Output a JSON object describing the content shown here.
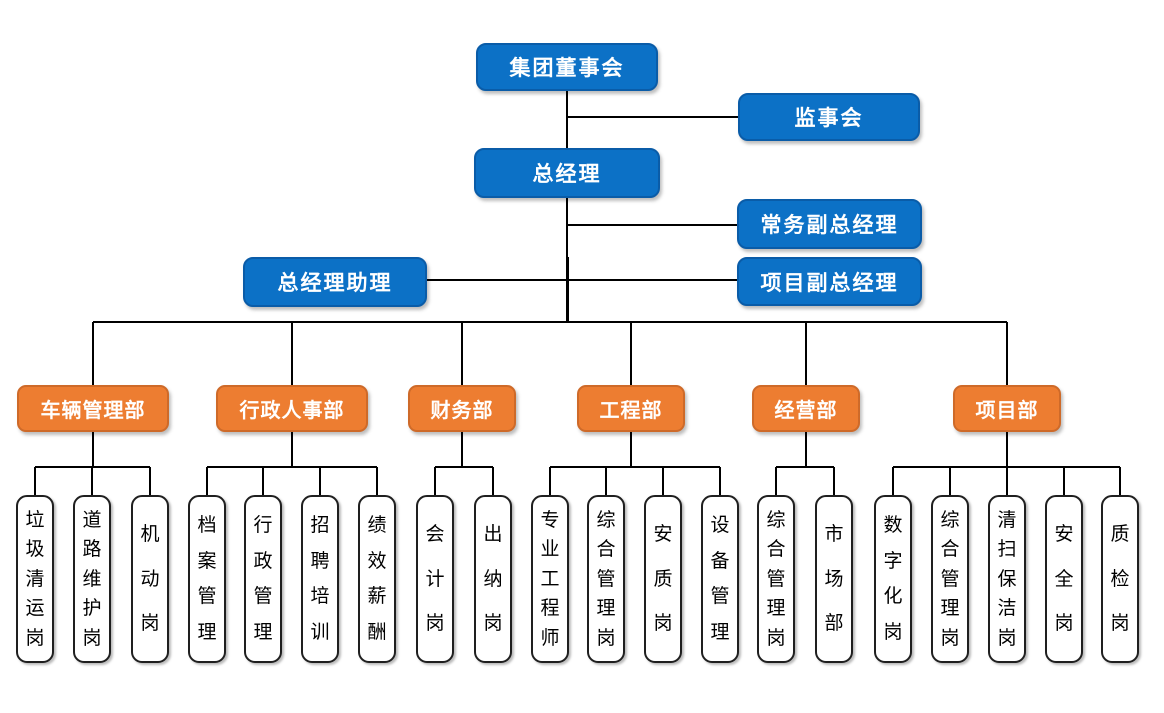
{
  "executive": {
    "board": "集团董事会",
    "supervisory": "监事会",
    "gm": "总经理",
    "exec_deputy_gm": "常务副总经理",
    "gm_assistant": "总经理助理",
    "project_deputy_gm": "项目副总经理"
  },
  "departments": [
    {
      "label": "车辆管理部",
      "posts": [
        "垃圾清运岗",
        "道路维护岗",
        "机动岗"
      ]
    },
    {
      "label": "行政人事部",
      "posts": [
        "档案管理",
        "行政管理",
        "招聘培训",
        "绩效薪酬"
      ]
    },
    {
      "label": "财务部",
      "posts": [
        "会计岗",
        "出纳岗"
      ]
    },
    {
      "label": "工程部",
      "posts": [
        "专业工程师",
        "综合管理岗",
        "安质岗",
        "设备管理"
      ]
    },
    {
      "label": "经营部",
      "posts": [
        "综合管理岗",
        "市场部"
      ]
    },
    {
      "label": "项目部",
      "posts": [
        "数字化岗",
        "综合管理岗",
        "清扫保洁岗",
        "安全岗",
        "质检岗"
      ]
    }
  ],
  "colors": {
    "executive_fill": "#0C71C6",
    "executive_border": "#0A5CA8",
    "department_fill": "#ED7D31",
    "department_border": "#CE6A29",
    "post_fill": "#FFFFFF",
    "post_border": "#1F1F1F",
    "connector": "#000000",
    "text_on_color": "#FFFFFF",
    "text_on_white": "#000000"
  }
}
